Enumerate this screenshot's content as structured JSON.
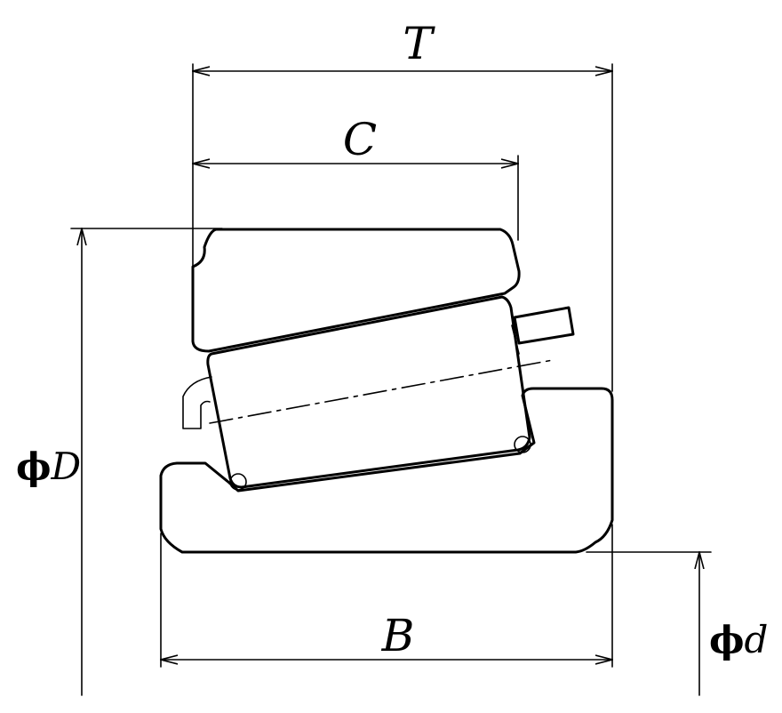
{
  "labels": {
    "T": "T",
    "C": "C",
    "B": "B",
    "D_prefix": "ϕ",
    "D": "D",
    "d_prefix": "ϕ",
    "d": "d"
  },
  "colors": {
    "line": "#000000",
    "background": "#ffffff"
  }
}
